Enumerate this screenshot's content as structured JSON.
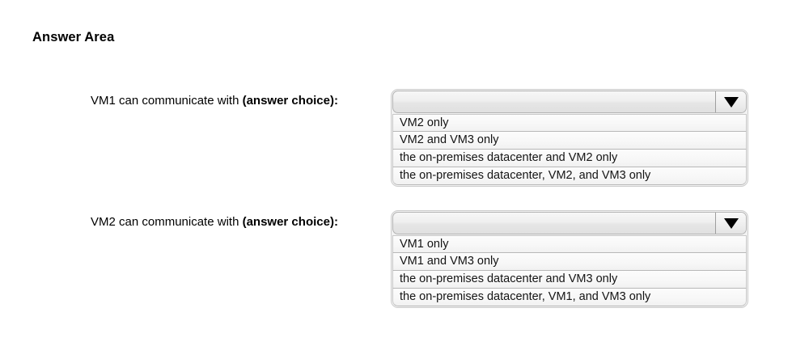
{
  "page": {
    "title": "Answer Area",
    "background_color": "#ffffff"
  },
  "questions": [
    {
      "label_lead": "VM1 can communicate with ",
      "label_emphasis": "(answer choice):",
      "dropdown": {
        "selected_value": "",
        "arrow_icon": "chevron-down-icon",
        "expanded": true,
        "options": [
          "VM2 only",
          "VM2 and VM3 only",
          "the on-premises datacenter and VM2 only",
          "the on-premises datacenter, VM2, and VM3 only"
        ]
      }
    },
    {
      "label_lead": "VM2 can communicate with ",
      "label_emphasis": "(answer choice):",
      "dropdown": {
        "selected_value": "",
        "arrow_icon": "chevron-down-icon",
        "expanded": true,
        "options": [
          "VM1 only",
          "VM1 and VM3 only",
          "the on-premises datacenter and VM3 only",
          "the on-premises datacenter, VM1, and VM3 only"
        ]
      }
    }
  ]
}
